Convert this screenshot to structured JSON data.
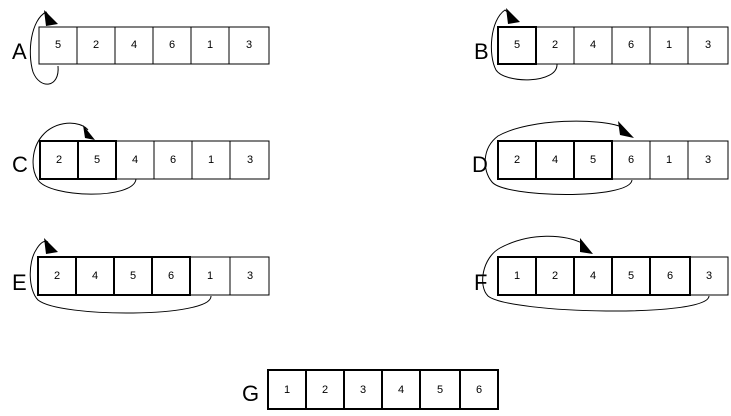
{
  "panels": [
    {
      "label": "A",
      "values": [
        "5",
        "2",
        "4",
        "6",
        "1",
        "3"
      ]
    },
    {
      "label": "B",
      "values": [
        "5",
        "2",
        "4",
        "6",
        "1",
        "3"
      ]
    },
    {
      "label": "C",
      "values": [
        "2",
        "5",
        "4",
        "6",
        "1",
        "3"
      ]
    },
    {
      "label": "D",
      "values": [
        "2",
        "4",
        "5",
        "6",
        "1",
        "3"
      ]
    },
    {
      "label": "E",
      "values": [
        "2",
        "4",
        "5",
        "6",
        "1",
        "3"
      ]
    },
    {
      "label": "F",
      "values": [
        "1",
        "2",
        "4",
        "5",
        "6",
        "3"
      ]
    },
    {
      "label": "G",
      "values": [
        "1",
        "2",
        "3",
        "4",
        "5",
        "6"
      ]
    }
  ]
}
